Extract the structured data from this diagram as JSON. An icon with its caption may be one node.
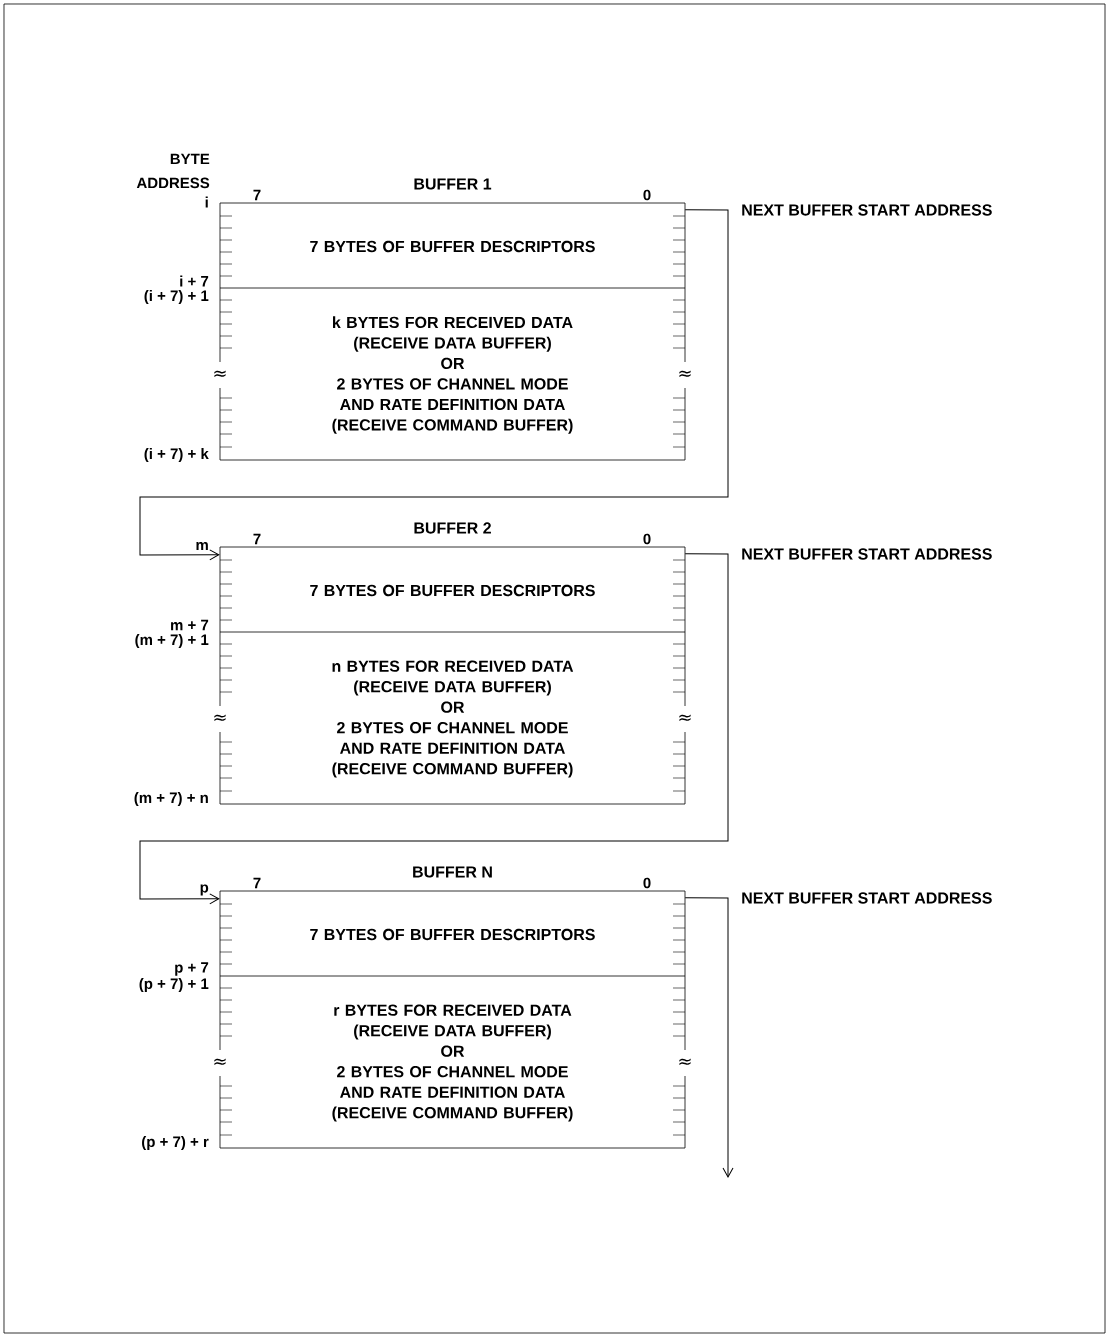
{
  "diagram": {
    "nodes": [
      {
        "text": [
          "BUFFER 1"
        ]
      },
      {
        "text": [
          "7 BYTES OF BUFFER DESCRIPTORS"
        ],
        "in": 0
      },
      {
        "text": [
          "k BYTES FOR RECEIVED DATA (RECEIVE DATA BUFFER)",
          "OR",
          "2 BYTES OF CHANNEL MODE AND RATE DEFINITION DATA (RECEIVE COMMAND BUFFER)"
        ],
        "in": 0
      },
      {
        "text": [
          "BUFFER 2"
        ]
      },
      {
        "text": [
          "7 BYTES OF BUFFER DESCRIPTORS"
        ],
        "in": 3
      },
      {
        "text": [
          "n BYTES FOR RECEIVED DATA (RECEIVE DATA BUFFER)",
          "OR",
          "2 BYTES OF CHANNEL MODE AND RATE DEFINITION DATA (RECEIVE COMMAND BUFFER)"
        ],
        "in": 3
      },
      {
        "text": [
          "BUFFER N"
        ]
      },
      {
        "text": [
          "7 BYTES OF BUFFER DESCRIPTORS"
        ],
        "in": 6
      },
      {
        "text": [
          "r BYTES FOR RECEIVED DATA (RECEIVE DATA BUFFER)",
          "OR",
          "2 BYTES OF CHANNEL MODE AND RATE DEFINITION DATA (RECEIVE COMMAND BUFFER)"
        ],
        "in": 6
      }
    ],
    "edges": [
      {
        "from": 0,
        "to": 3,
        "arrow": "to",
        "label": "NEXT BUFFER START ADDRESS"
      },
      {
        "from": 3,
        "to": 6,
        "arrow": "to",
        "label": "NEXT BUFFER START ADDRESS"
      },
      {
        "from": 6,
        "to": null,
        "arrow": "to",
        "label": "NEXT BUFFER START ADDRESS"
      }
    ],
    "labels": [
      "BYTE ADDRESS",
      "7",
      "0",
      "i",
      "i + 7",
      "(i + 7) + 1",
      "≈",
      "≈",
      "(i + 7) + k",
      "7",
      "0",
      "m",
      "m + 7",
      "(m + 7) + 1",
      "≈",
      "≈",
      "(m + 7) + n",
      "7",
      "0",
      "p",
      "p + 7",
      "(p + 7) + 1",
      "≈",
      "≈",
      "(p + 7) + r"
    ]
  }
}
